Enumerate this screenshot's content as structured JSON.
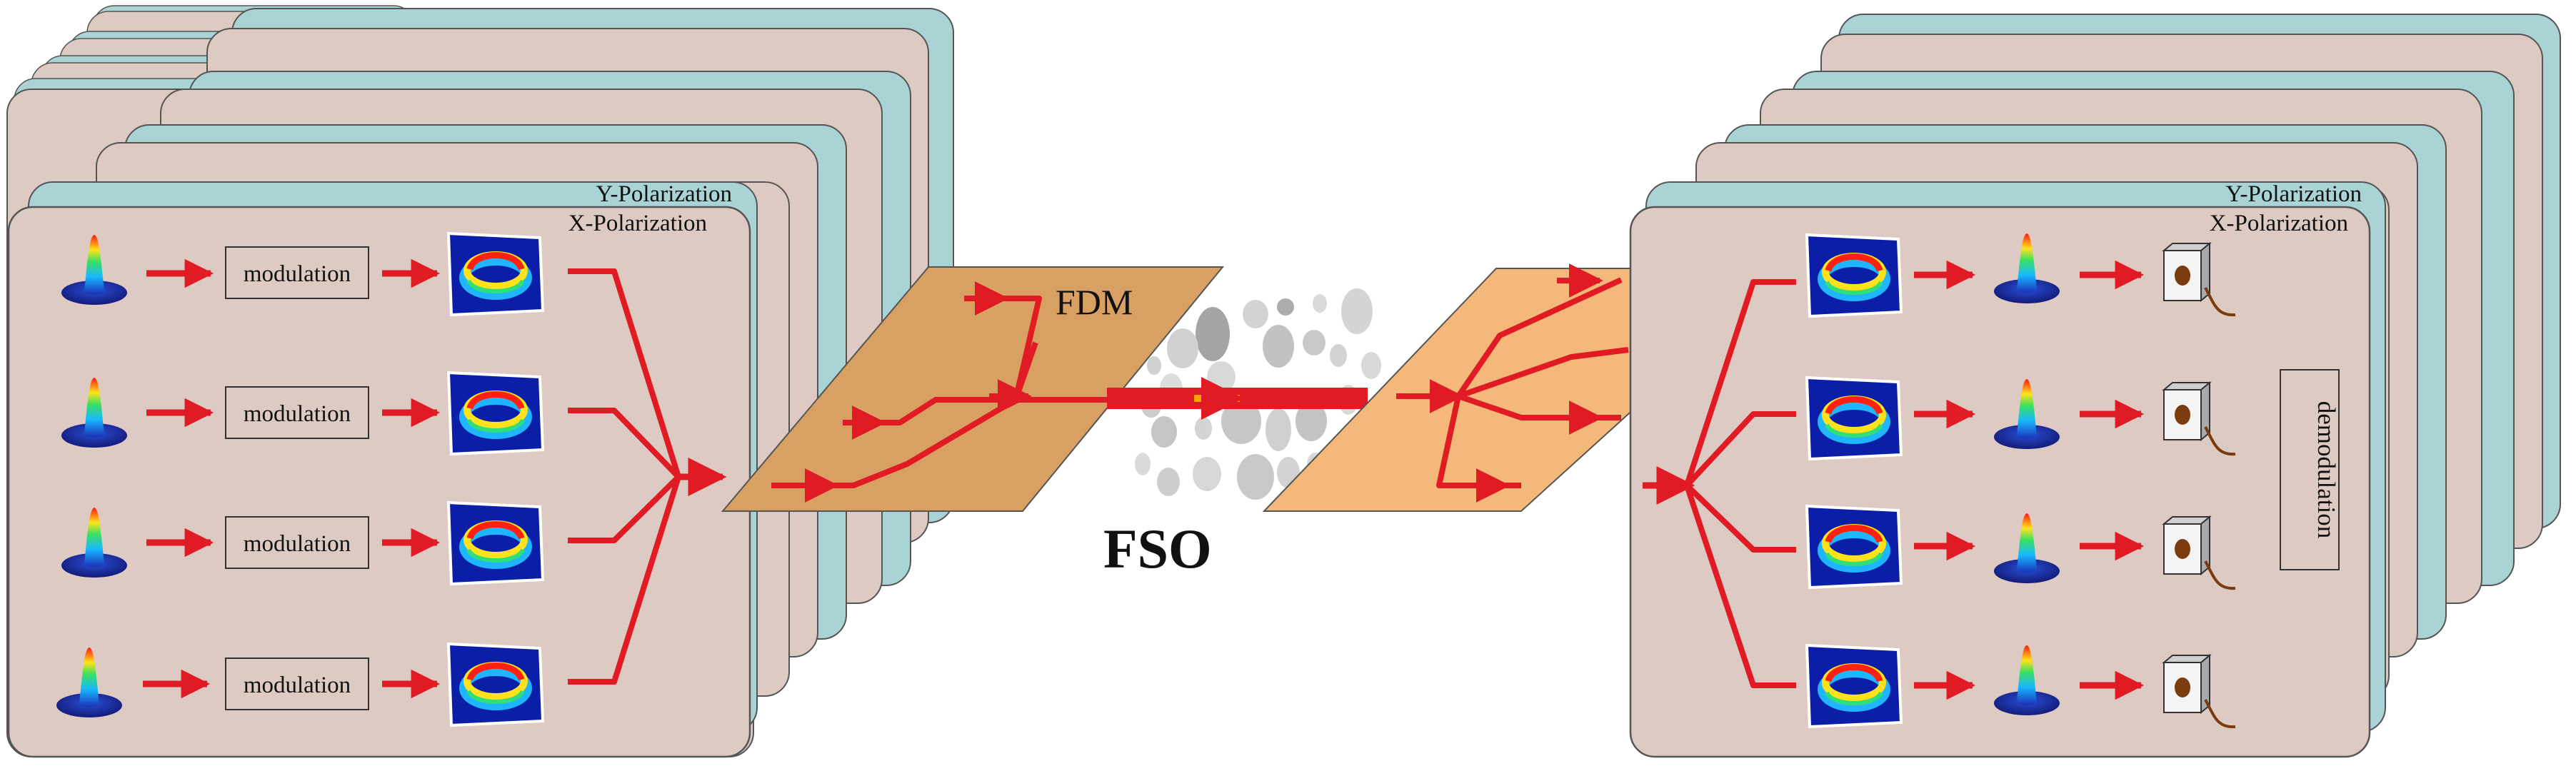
{
  "left": {
    "y_label": "Y-Polarization",
    "x_label": "X-Polarization",
    "modulation_labels": [
      "modulation",
      "modulation",
      "modulation",
      "modulation"
    ]
  },
  "center": {
    "fdm_label": "FDM",
    "fso_label": "FSO"
  },
  "right": {
    "y_label": "Y-Polarization",
    "x_label": "X-Polarization",
    "demodulation_label": "demodulation"
  },
  "colors": {
    "panel_fill": "#dccac3",
    "panel_back": "#a9d3d5",
    "arrow_red": "#e01b24",
    "fdm_left_fill": "#d8a062",
    "fdm_right_fill": "#f4b97a",
    "gaussian_base": "#1e2a8f",
    "oam_square": "#0b1ea8"
  }
}
